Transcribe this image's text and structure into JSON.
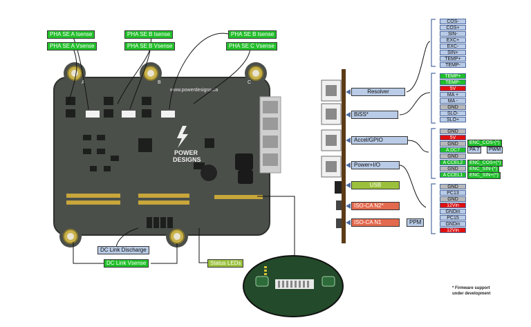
{
  "board": {
    "url": "www.powerdesigns.ca",
    "brand_line1": "POWER",
    "brand_line2": "DESIGNS",
    "phase_letters": [
      "A",
      "B",
      "C"
    ]
  },
  "left_labels": {
    "phase_a_isense": "PHA SE A Isense",
    "phase_a_vsense": "PHA SE A Vsense",
    "phase_b_isense": "PHA SE B Isense",
    "phase_b_vsense": "PHA SE B Vsense",
    "phase_b_isense_right": "PHA SE B Isense",
    "phase_c_vsense": "PHA SE C Vsense",
    "dc_link_discharge": "DC Link Discharge",
    "dc_link_vsense": "DC Link Vsense",
    "status_leds": "Status LEDs"
  },
  "connectors": {
    "resolver": "Resolver",
    "biss": "BiSS*",
    "accel_gpio": "Accel/GPIO",
    "power_io": "Power+I/O",
    "usb": "USB",
    "iso_can2": "ISO-CA N2*",
    "iso_can1": "ISO-CA N1",
    "ppm": "PPM"
  },
  "pinouts": {
    "resolver": [
      "COS-",
      "COS+",
      "SIN-",
      "EXC+",
      "EXC-",
      "SIN+",
      "TEMP+",
      "TEMP-"
    ],
    "biss": [
      "TEMP+",
      "TEMP-",
      "5V",
      "MA +",
      "MA -",
      "GND",
      "SLO-",
      "SLO+"
    ],
    "biss_colors": [
      "g",
      "g",
      "r",
      "b",
      "b",
      "gr",
      "b",
      "b"
    ],
    "accel": [
      "GND",
      "5V",
      "GND",
      "A DC7",
      "GND",
      "A CCEL2",
      "GND",
      "A CCEL1"
    ],
    "accel_colors": [
      "gr",
      "r",
      "gr",
      "g",
      "gr",
      "g",
      "gr",
      "g"
    ],
    "accel_side": [
      "ENC_COS-(*)",
      "PA 7",
      "PWM",
      "ENC_COS+(*)",
      "ENC_SIN-(*)",
      "ENC_SIN+(*)"
    ],
    "power": [
      "GND",
      "PC13",
      "GND",
      "12Vin",
      "GNDin",
      "PC15",
      "GNDin",
      "12Vin"
    ],
    "power_colors": [
      "gr",
      "b",
      "gr",
      "r",
      "b",
      "b",
      "b",
      "r"
    ]
  },
  "footnote_line1": "* Firmware support",
  "footnote_line2": "under development",
  "colors": {
    "board": "#4b4f4a",
    "label_green": "#22c02a",
    "label_blue": "#b9cbe6",
    "label_red": "#e36a4e",
    "pin_red": "#e01010",
    "bracket": "#4d6aa0"
  }
}
